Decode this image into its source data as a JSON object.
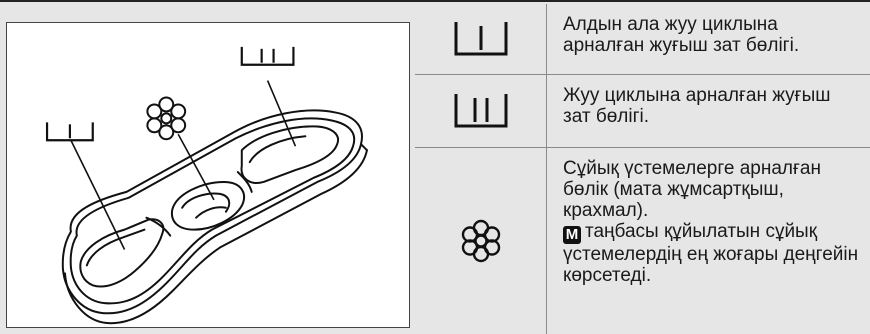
{
  "rows": [
    {
      "icon": "compartment-I-icon",
      "text": "Алдын ала жуу циклына арналған жуғыш зат бөлігі."
    },
    {
      "icon": "compartment-II-icon",
      "text": "Жуу циклына арналған жуғыш зат бөлігі."
    },
    {
      "icon": "flower-icon",
      "text_before": "Сұйық үстемелерге арналған бөлік (мата жұмсартқыш, крахмал).",
      "badge": "M",
      "text_after": "таңбасы құйылатын сұйық үстемелердің ең жоғары деңгейін көрсетеді."
    }
  ],
  "colors": {
    "panel_bg": "#e6e6e6",
    "line": "#222222"
  }
}
